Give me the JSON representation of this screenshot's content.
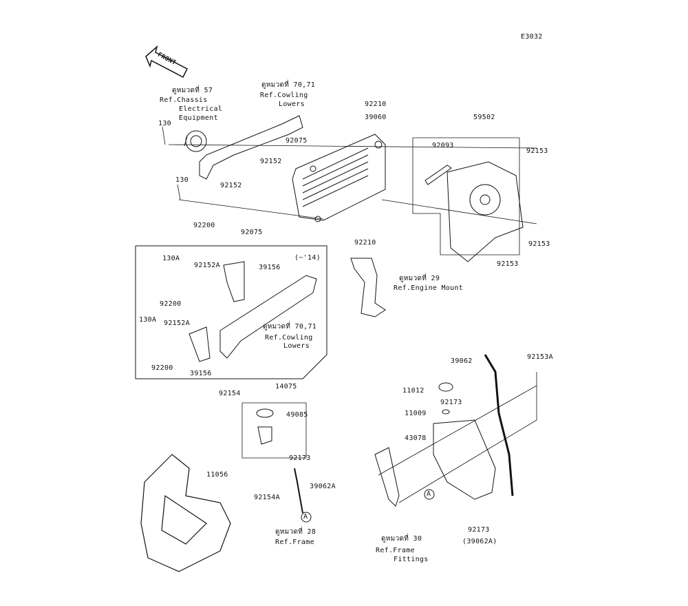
{
  "diagram_id": "E3032",
  "front_label": "FRONT",
  "refs": {
    "chassis": {
      "thai": "ดูหมวดที่ 57",
      "line1": "Ref.Chassis",
      "line2": "Electrical",
      "line3": "Equipment"
    },
    "cowling_top": {
      "thai": "ดูหมวดที่ 70,71",
      "line1": "Ref.Cowling",
      "line2": "Lowers"
    },
    "cowling_box": {
      "thai": "ดูหมวดที่ 70,71",
      "line1": "Ref.Cowling",
      "line2": "Lowers"
    },
    "engine_mount": {
      "thai": "ดูหมวดที่ 29",
      "line1": "Ref.Engine Mount"
    },
    "frame": {
      "thai": "ดูหมวดที่ 28",
      "line1": "Ref.Frame"
    },
    "frame_fittings": {
      "thai": "ดูหมวดที่ 30",
      "line1": "Ref.Frame",
      "line2": "Fittings"
    }
  },
  "box_note": "(~'14)",
  "parts": {
    "p130a": "130",
    "p130b": "130",
    "p92210a": "92210",
    "p92210b": "92210",
    "p39060": "39060",
    "p59502": "59502",
    "p92093": "92093",
    "p92153a": "92153",
    "p92153b": "92153",
    "p92153c": "92153",
    "p92075a": "92075",
    "p92075b": "92075",
    "p92152a": "92152",
    "p92152b": "92152",
    "p92200a": "92200",
    "p130A_1": "130A",
    "p92152A_1": "92152A",
    "p39156_1": "39156",
    "p92200_b": "92200",
    "p130A_2": "130A",
    "p92152A_2": "92152A",
    "p92200_c": "92200",
    "p39156_2": "39156",
    "p14075": "14075",
    "p92154": "92154",
    "p49085": "49085",
    "p92173a": "92173",
    "p11056": "11056",
    "p92154A": "92154A",
    "p39062A": "39062A",
    "circleA1": "A",
    "p39062": "39062",
    "p92153A": "92153A",
    "p11012": "11012",
    "p92173b": "92173",
    "p11009": "11009",
    "p43078": "43078",
    "circleA2": "A",
    "p92173c": "92173",
    "p39062Ap": "(39062A)"
  }
}
